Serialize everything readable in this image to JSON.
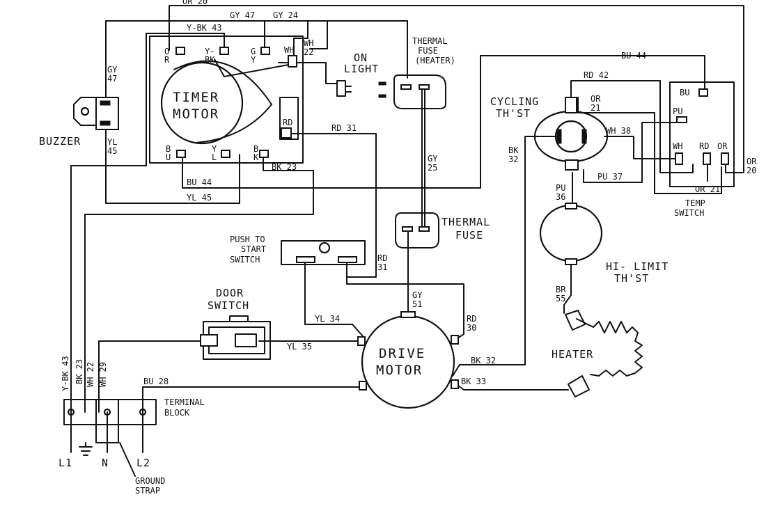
{
  "components": {
    "timer_motor": [
      "TIMER",
      "MOTOR"
    ],
    "buzzer": "BUZZER",
    "on_light": [
      "ON",
      "LIGHT"
    ],
    "thermal_fuse_heater": [
      "THERMAL",
      "FUSE",
      "(HEATER)"
    ],
    "cycling_thst": [
      "CYCLING",
      "TH'ST"
    ],
    "temp_switch": [
      "TEMP",
      "SWITCH"
    ],
    "thermal_fuse": [
      "THERMAL",
      "FUSE"
    ],
    "push_to_start": [
      "PUSH TO",
      "START",
      "SWITCH"
    ],
    "door_switch": [
      "DOOR",
      "SWITCH"
    ],
    "drive_motor": [
      "DRIVE",
      "MOTOR"
    ],
    "hi_limit": [
      "HI- LIMIT",
      "TH'ST"
    ],
    "heater": "HEATER",
    "terminal_block": [
      "TERMINAL",
      "BLOCK"
    ],
    "ground_strap": [
      "GROUND",
      "STRAP"
    ],
    "l1": "L1",
    "n": "N",
    "l2": "L2"
  },
  "timer_terminals": {
    "or": [
      "O",
      "R"
    ],
    "ybk": [
      "Y-",
      "BK"
    ],
    "gy": [
      "G",
      "Y"
    ],
    "wh": "WH",
    "rd": "RD",
    "bu": [
      "B",
      "U"
    ],
    "yl": [
      "Y",
      "L"
    ],
    "bk": [
      "B",
      "K"
    ]
  },
  "temp_terminals": {
    "bu": "BU",
    "pu": "PU",
    "wh": "WH",
    "rd": "RD",
    "or": "OR"
  },
  "wires": {
    "or20_top": "OR 20",
    "gy47_top": "GY 47",
    "gy24": "GY 24",
    "ybk43_top": "Y-BK 43",
    "wh22_top": [
      "WH",
      "22"
    ],
    "gy47_side": [
      "GY",
      "47"
    ],
    "yl45_side": [
      "YL",
      "45"
    ],
    "bu44_right": "BU 44",
    "rd42": "RD 42",
    "or21_top": [
      "OR",
      "21"
    ],
    "wh38": "WH 38",
    "bk32_side": [
      "BK",
      "32"
    ],
    "pu37": "PU 37",
    "or21_bottom": "OR 21",
    "or20_side": [
      "OR",
      "20"
    ],
    "rd31_top": "RD 31",
    "gy25": [
      "GY",
      "25"
    ],
    "bk23_timer": "BK 23",
    "bu44_low": "BU 44",
    "yl45_low": "YL 45",
    "rd31_side": [
      "RD",
      "31"
    ],
    "pu36": [
      "PU",
      "36"
    ],
    "br55": [
      "BR",
      "55"
    ],
    "gy51": [
      "GY",
      "51"
    ],
    "rd30": [
      "RD",
      "30"
    ],
    "yl34": "YL 34",
    "yl35": "YL 35",
    "bk32_motor": "BK 32",
    "bk33": "BK 33",
    "ybk43_vert": "Y-BK 43",
    "bk23_vert": "BK 23",
    "wh22_vert": "WH 22",
    "wh29_vert": "WH 29",
    "bu28": "BU 28"
  }
}
